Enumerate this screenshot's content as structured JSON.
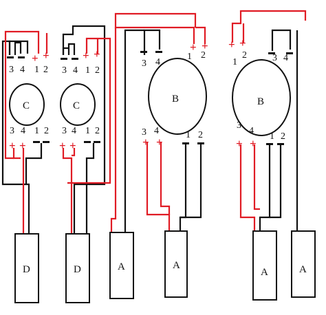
{
  "colors": {
    "positive": "#e01b24",
    "negative": "#111111",
    "background": "#ffffff"
  },
  "signs": {
    "plus": "+",
    "minus": "-"
  },
  "speakers": [
    {
      "letter": "C",
      "terminals_top": [
        "3",
        "4",
        "1",
        "2"
      ],
      "terminals_bottom": [
        "3",
        "4",
        "1",
        "2"
      ]
    },
    {
      "letter": "C",
      "terminals_top": [
        "3",
        "4",
        "1",
        "2"
      ],
      "terminals_bottom": [
        "3",
        "4",
        "1",
        "2"
      ]
    },
    {
      "letter": "B",
      "terminals_top": [
        "3",
        "4",
        "1",
        "2"
      ],
      "terminals_bottom": [
        "3",
        "4",
        "1",
        "2"
      ]
    },
    {
      "letter": "B",
      "terminals_top": [
        "1",
        "2",
        "3",
        "4"
      ],
      "terminals_bottom": [
        "3",
        "4",
        "1",
        "2"
      ]
    }
  ],
  "amplifiers": [
    "D",
    "D",
    "A",
    "A",
    "A",
    "A"
  ]
}
